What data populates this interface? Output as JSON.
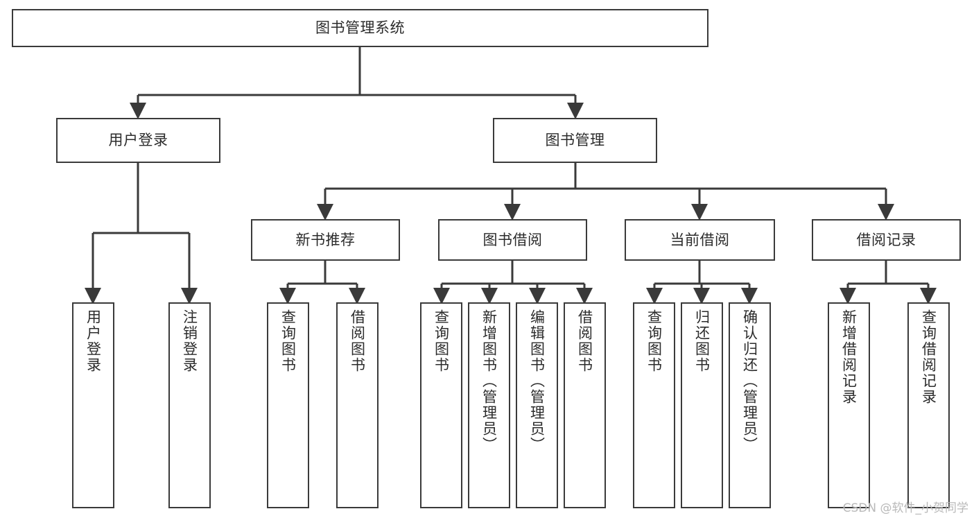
{
  "diagram": {
    "title": "图书管理系统",
    "watermark": "CSDN @软件_小贺同学",
    "colors": {
      "stroke": "#3a3a3a",
      "fill": "#ffffff",
      "text": "#2b2b2b",
      "watermark": "#b9b9b9"
    },
    "nodes": {
      "root": {
        "label": "图书管理系统"
      },
      "level2": [
        {
          "label": "用户登录"
        },
        {
          "label": "图书管理"
        }
      ],
      "level3": [
        {
          "label": "新书推荐"
        },
        {
          "label": "图书借阅"
        },
        {
          "label": "当前借阅"
        },
        {
          "label": "借阅记录"
        }
      ],
      "leaves": {
        "user_login": [
          {
            "label": "用户登录"
          },
          {
            "label": "注销登录"
          }
        ],
        "new_book": [
          {
            "label": "查询图书"
          },
          {
            "label": "借阅图书"
          }
        ],
        "book_borrow": [
          {
            "label": "查询图书"
          },
          {
            "label": "新增图书（管理员）"
          },
          {
            "label": "编辑图书（管理员）"
          },
          {
            "label": "借阅图书"
          }
        ],
        "current_borrow": [
          {
            "label": "查询图书"
          },
          {
            "label": "归还图书"
          },
          {
            "label": "确认归还（管理员）"
          }
        ],
        "borrow_record": [
          {
            "label": "新增借阅记录"
          },
          {
            "label": "查询借阅记录"
          }
        ]
      }
    }
  }
}
